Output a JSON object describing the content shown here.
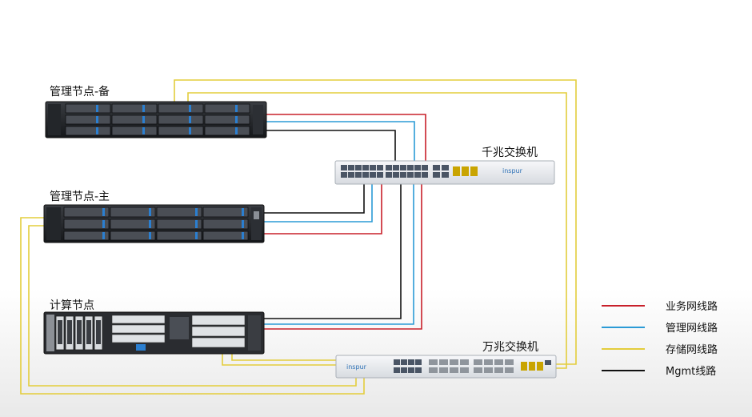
{
  "nodes": {
    "mgmt_backup": {
      "label": "管理节点-备"
    },
    "mgmt_primary": {
      "label": "管理节点-主"
    },
    "compute": {
      "label": "计算节点"
    },
    "gigabit_switch": {
      "label": "千兆交换机",
      "brand": "inspur"
    },
    "tengig_switch": {
      "label": "万兆交换机",
      "brand": "inspur"
    }
  },
  "legend": [
    {
      "label": "业务网线路",
      "color": "#c8202a"
    },
    {
      "label": "管理网线路",
      "color": "#2b9bd6"
    },
    {
      "label": "存储网线路",
      "color": "#e3cd3c"
    },
    {
      "label": "Mgmt线路",
      "color": "#111111"
    }
  ],
  "colors": {
    "business": "#c8202a",
    "management": "#2b9bd6",
    "storage": "#e3cd3c",
    "mgmt": "#111111"
  },
  "icons": [
    "server-2u-icon",
    "server-compute-icon",
    "network-switch-icon"
  ]
}
